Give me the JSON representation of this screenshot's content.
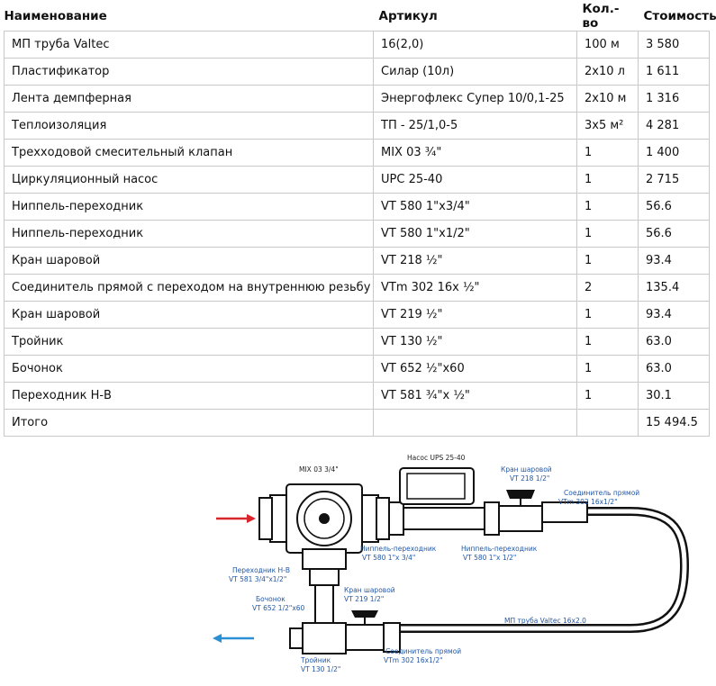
{
  "table": {
    "headers": [
      "Наименование",
      "Артикул",
      "Кол.-во",
      "Стоимость"
    ],
    "rows": [
      {
        "name": "МП труба Valtec",
        "article": "16(2,0)",
        "qty": "100 м",
        "cost": "3 580"
      },
      {
        "name": "Пластификатор",
        "article": "Силар (10л)",
        "qty": "2x10 л",
        "cost": "1 611"
      },
      {
        "name": "Лента демпферная",
        "article": "Энергофлекс Супер 10/0,1-25",
        "qty": "2x10 м",
        "cost": "1 316"
      },
      {
        "name": "Теплоизоляция",
        "article": "ТП - 25/1,0-5",
        "qty": "3x5 м²",
        "cost": "4 281"
      },
      {
        "name": "Трехходовой смесительный клапан",
        "article": "MIX 03 ¾\"",
        "qty": "1",
        "cost": "1 400"
      },
      {
        "name": "Циркуляционный насос",
        "article": "UPC 25-40",
        "qty": "1",
        "cost": "2 715"
      },
      {
        "name": "Ниппель-переходник",
        "article": "VT 580 1\"x3/4\"",
        "qty": "1",
        "cost": "56.6"
      },
      {
        "name": "Ниппель-переходник",
        "article": "VT 580 1\"x1/2\"",
        "qty": "1",
        "cost": "56.6"
      },
      {
        "name": "Кран шаровой",
        "article": "VT 218 ½\"",
        "qty": "1",
        "cost": "93.4"
      },
      {
        "name": "Соединитель прямой с переходом на внутреннюю резьбу",
        "article": "VTm 302 16x ½\"",
        "qty": "2",
        "cost": "135.4"
      },
      {
        "name": "Кран шаровой",
        "article": "VT 219 ½\"",
        "qty": "1",
        "cost": "93.4"
      },
      {
        "name": "Тройник",
        "article": "VT 130 ½\"",
        "qty": "1",
        "cost": "63.0"
      },
      {
        "name": "Бочонок",
        "article": "VT 652 ½\"x60",
        "qty": "1",
        "cost": "63.0"
      },
      {
        "name": "Переходник Н-В",
        "article": "VT 581 ¾\"x ½\"",
        "qty": "1",
        "cost": "30.1"
      },
      {
        "name": "Итого",
        "article": "",
        "qty": "",
        "cost": "15 494.5"
      }
    ]
  },
  "diagram": {
    "labels": {
      "mix": "MIX 03 3/4\"",
      "pump": "Насос UPS 25-40",
      "ball_valve_1_title": "Кран шаровой",
      "ball_valve_1_code": "VT 218 1/2\"",
      "connector_1_title": "Соединитель прямой",
      "connector_1_code": "VTm 302 16x1/2\"",
      "nipple_1_title": "Ниппель-переходник",
      "nipple_1_code": "VT 580 1\"x 3/4\"",
      "nipple_2_title": "Ниппель-переходник",
      "nipple_2_code": "VT 580 1\"x 1/2\"",
      "adapter_title": "Переходник Н-В",
      "adapter_code": "VT 581 3/4\"x1/2\"",
      "ball_valve_2_title": "Кран шаровой",
      "ball_valve_2_code": "VT 219 1/2\"",
      "barrel_title": "Бочонок",
      "barrel_code": "VT 652 1/2\"x60",
      "pipe": "МП труба Valtec 16x2.0",
      "tee_title": "Тройник",
      "tee_code": "VT 130 1/2\"",
      "connector_2_title": "Соединитель прямой",
      "connector_2_code": "VTm 302 16x1/2\""
    },
    "colors": {
      "inlet_arrow": "#d9262c",
      "outlet_arrow": "#2b8fd6",
      "label": "#2358a8"
    }
  }
}
